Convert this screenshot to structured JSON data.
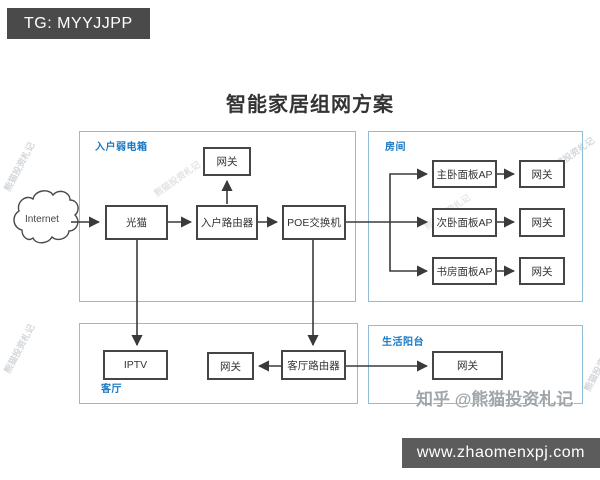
{
  "overlays": {
    "tg_badge": "TG: MYYJJPP",
    "site_badge": "www.zhaomenxpj.com",
    "watermark_main": "知乎 @熊猫投资札记",
    "watermark_faint": "熊猫投资札记"
  },
  "title": "智能家居组网方案",
  "regions": {
    "entry_box": {
      "label": "入户弱电箱"
    },
    "rooms": {
      "label": "房间"
    },
    "living_room": {
      "label": "客厅"
    },
    "balcony": {
      "label": "生活阳台"
    }
  },
  "nodes": {
    "internet": {
      "label": "Internet"
    },
    "modem": {
      "label": "光猫"
    },
    "entry_router": {
      "label": "入户路由器"
    },
    "poe_switch": {
      "label": "POE交换机"
    },
    "gateway_entry": {
      "label": "网关"
    },
    "master_bedroom_ap": {
      "label": "主卧面板AP"
    },
    "gateway_master": {
      "label": "网关"
    },
    "second_bedroom_ap": {
      "label": "次卧面板AP"
    },
    "gateway_second": {
      "label": "网关"
    },
    "study_ap": {
      "label": "书房面板AP"
    },
    "gateway_study": {
      "label": "网关"
    },
    "iptv": {
      "label": "IPTV"
    },
    "gateway_living": {
      "label": "网关"
    },
    "living_router": {
      "label": "客厅路由器"
    },
    "gateway_balcony": {
      "label": "网关"
    }
  },
  "colors": {
    "region_border": "#8fbcd8",
    "region_label": "#1778c3",
    "node_border": "#454545",
    "wire": "#3a3a3a",
    "badge_bg": "#4a4a4a",
    "site_badge_bg": "#5c5c5c",
    "watermark": "#9196a0"
  }
}
